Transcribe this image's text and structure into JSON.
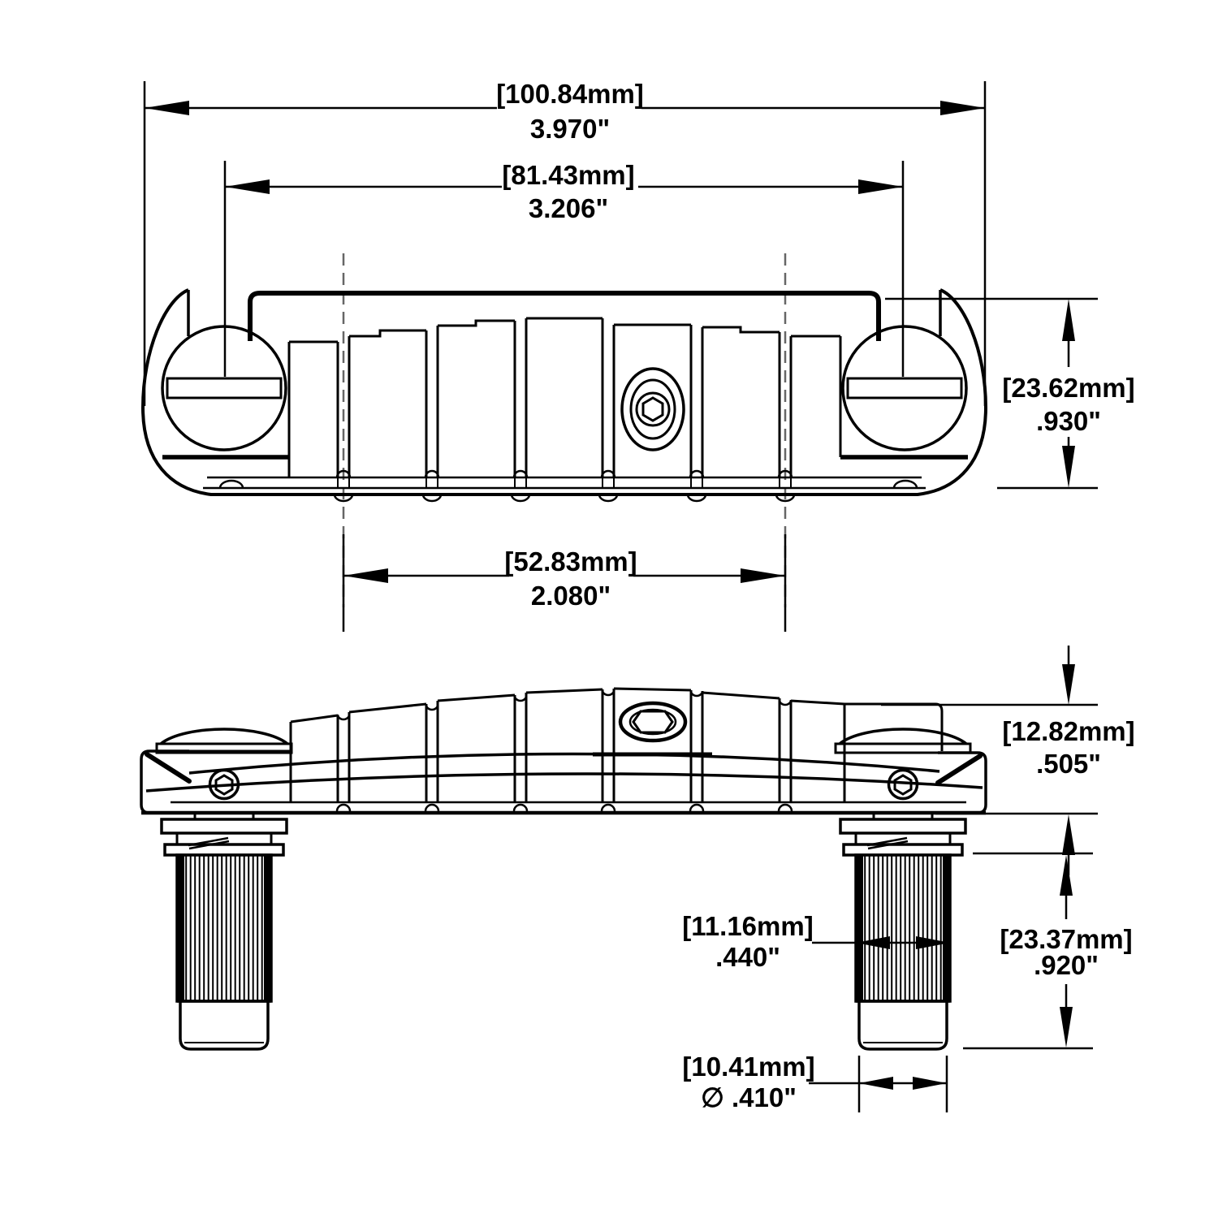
{
  "drawing": {
    "background_color": "#ffffff",
    "line_color": "#000000",
    "centerline_color": "#666666",
    "subject": "guitar wraparound bridge tailpiece dimensional drawing",
    "views": {
      "top_view": "plan view of bridge",
      "side_view": "front elevation with mounting studs"
    }
  },
  "dimensions": {
    "overall_width": {
      "metric": "[100.84mm]",
      "imperial": "3.970\""
    },
    "post_spacing": {
      "metric": "[81.43mm]",
      "imperial": "3.206\""
    },
    "body_height": {
      "metric": "[23.62mm]",
      "imperial": ".930\""
    },
    "string_spread": {
      "metric": "[52.83mm]",
      "imperial": "2.080\""
    },
    "bridge_profile_height": {
      "metric": "[12.82mm]",
      "imperial": ".505\""
    },
    "bushing_diameter": {
      "metric": "[11.16mm]",
      "imperial": ".440\""
    },
    "stud_length": {
      "metric": "[23.37mm]",
      "imperial": ".920\""
    },
    "tip_diameter": {
      "metric": "[10.41mm]",
      "imperial": "∅ .410\""
    }
  }
}
